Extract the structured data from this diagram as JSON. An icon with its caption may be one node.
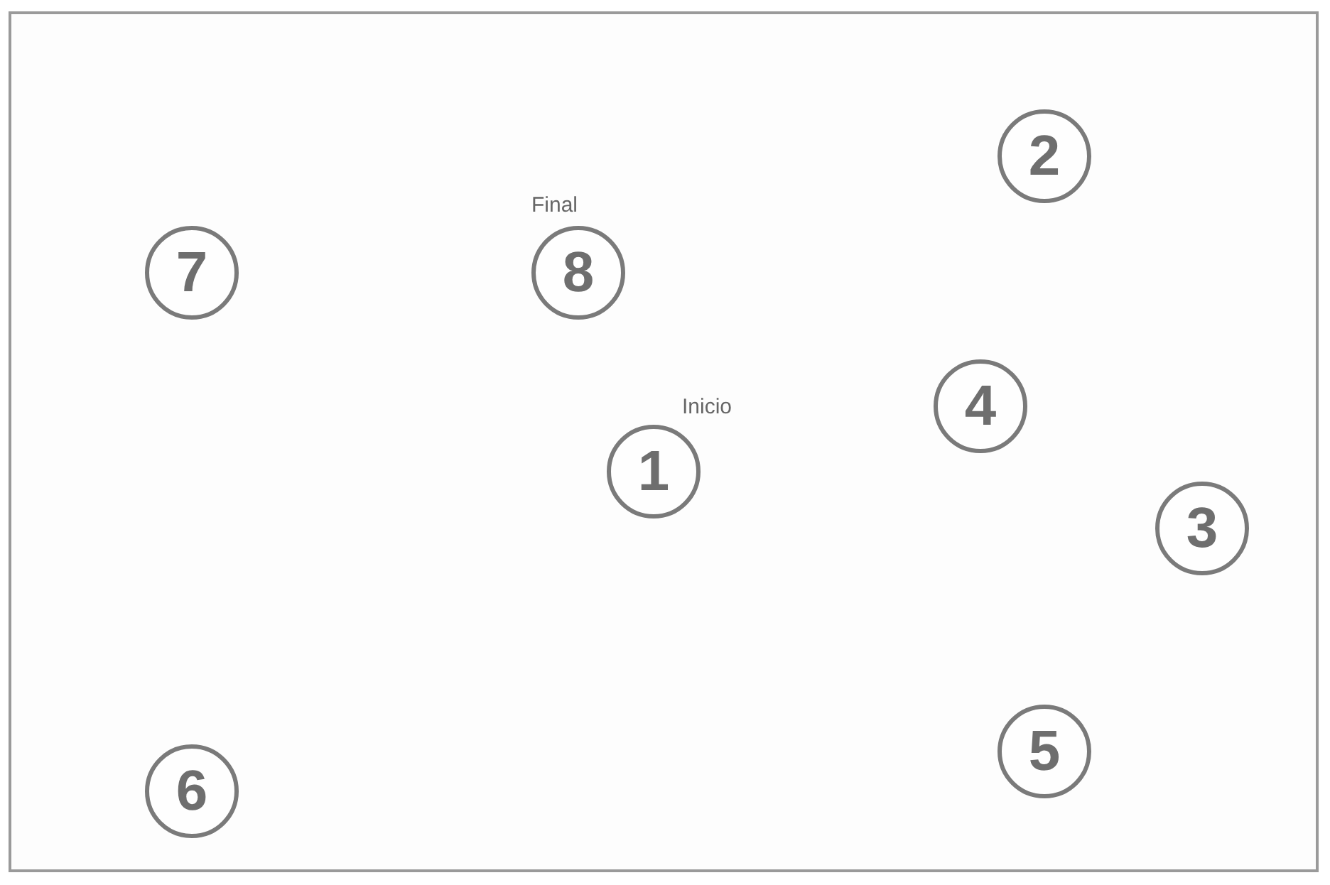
{
  "diagram": {
    "nodes": [
      {
        "text": [
          "2"
        ]
      },
      {
        "text": [
          "7"
        ]
      },
      {
        "text": [
          "8"
        ],
        "beside": [
          "Final"
        ]
      },
      {
        "text": [
          "4"
        ]
      },
      {
        "text": [
          "1"
        ],
        "beside": [
          "Inicio"
        ]
      },
      {
        "text": [
          "3"
        ]
      },
      {
        "text": [
          "5"
        ]
      },
      {
        "text": [
          "6"
        ]
      }
    ],
    "edges": []
  }
}
